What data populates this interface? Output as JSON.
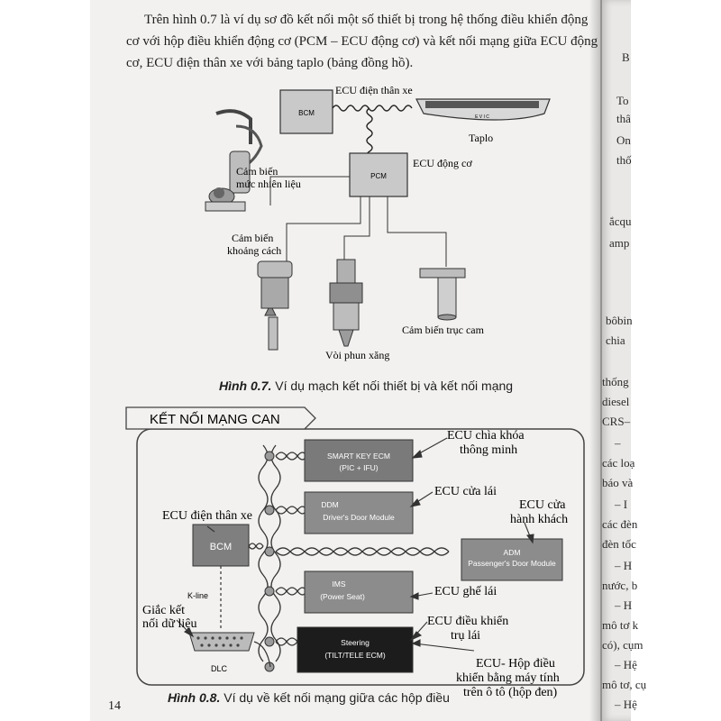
{
  "intro": {
    "lines": [
      "Trên hình 0.7 là ví dụ sơ đồ kết nối một số thiết bị trong hệ thống điều khiển động",
      "cơ với hộp điều khiển động cơ (PCM – ECU động cơ) và kết nối mạng giữa ECU động",
      "cơ, ECU điện thân xe với bảng taplo (bảng đồng hồ)."
    ]
  },
  "figure1": {
    "labels": {
      "ecu_body": "ECU điện thân xe",
      "bcm": "BCM",
      "taplo": "Taplo",
      "evic": "E V I C",
      "pcm": "PCM",
      "ecu_engine": "ECU động cơ",
      "fuel_sensor_1": "Cảm biến",
      "fuel_sensor_2": "mức nhiên liệu",
      "dist_sensor_1": "Cảm biến",
      "dist_sensor_2": "khoảng cách",
      "injector": "Vòi phun xăng",
      "cam_sensor": "Cảm biến trục cam"
    },
    "caption_num": "Hình 0.7.",
    "caption_text": " Ví dụ mạch kết nối thiết bị và kết nối mạng"
  },
  "figure2": {
    "title": "KẾT NỐI MẠNG CAN",
    "modules": {
      "smart_key_1": "SMART KEY ECM",
      "smart_key_2": "(PIC + IFU)",
      "ddm_1": "DDM",
      "ddm_2": "Driver's Door Module",
      "bcm": "BCM",
      "adm_1": "ADM",
      "adm_2": "Passenger's Door Module",
      "ims_1": "IMS",
      "ims_2": "(Power Seat)",
      "steering_1": "Steering",
      "steering_2": "(TILT/TELE ECM)",
      "dlc": "DLC",
      "kline": "K-line"
    },
    "callouts": {
      "smart_key_1": "ECU chìa khóa",
      "smart_key_2": "thông minh",
      "door_driver": "ECU cửa lái",
      "door_pass_1": "ECU cửa",
      "door_pass_2": "hành khách",
      "body_ecu": "ECU điện thân xe",
      "seat": "ECU ghế lái",
      "steer_1": "ECU điều khiển",
      "steer_2": "trụ lái",
      "dlc_1": "Giắc kết",
      "dlc_2": "nối dữ liệu",
      "ecu_box_1": "ECU- Hộp điều",
      "ecu_box_2": "khiển bằng máy tính",
      "ecu_box_3": "trên ô tô (hộp đen)"
    },
    "caption_num": "Hình 0.8.",
    "caption_text": " Ví dụ về kết nối mạng giữa các hộp điều"
  },
  "page_number": "14",
  "right_page": [
    "B",
    "To",
    "thâ",
    "On",
    "thố",
    "ắcqu",
    "amp",
    "bôbin",
    "chia",
    "thống",
    "diesel",
    "CRS–",
    "– ",
    "các loạ",
    "báo và",
    "– I",
    "các đèn",
    "đèn tốc",
    "– H",
    "nước, b",
    "– H",
    "mô tơ k",
    "có), cụm",
    "– Hệ",
    "mô tơ, cụ",
    "– Hệ"
  ]
}
